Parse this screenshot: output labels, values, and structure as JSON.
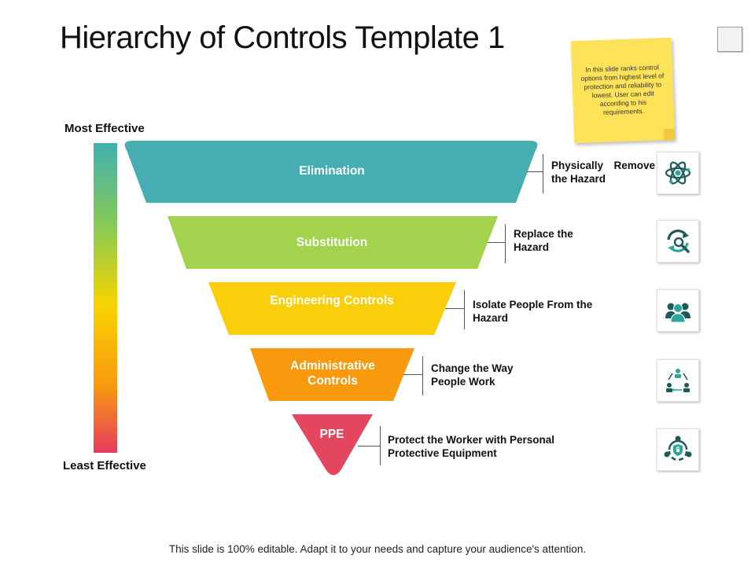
{
  "title": "Hierarchy of Controls Template 1",
  "note": "In this slide ranks control options from highest level of protection and reliability to lowest. User can edit according to his requirements.",
  "scale": {
    "top_label": "Most Effective",
    "bottom_label": "Least Effective"
  },
  "levels": [
    {
      "label": "Elimination",
      "description": "Physically Remove the Hazard",
      "color": "#45aeb2",
      "icon": "atom-icon"
    },
    {
      "label": "Substitution",
      "description": "Replace the Hazard",
      "color": "#a3d24e",
      "icon": "replace-search-icon"
    },
    {
      "label": "Engineering Controls",
      "description": "Isolate People From the Hazard",
      "color": "#f9cf0b",
      "icon": "people-group-icon"
    },
    {
      "label": "Administrative Controls",
      "description": "Change the Way People Work",
      "color": "#f99a0e",
      "icon": "workflow-people-icon"
    },
    {
      "label": "PPE",
      "description": "Protect the Worker with Personal Protective Equipment",
      "color": "#e44660",
      "icon": "protect-worker-icon"
    }
  ],
  "footer": "This slide is 100% editable. Adapt it to your needs and capture your audience's attention."
}
